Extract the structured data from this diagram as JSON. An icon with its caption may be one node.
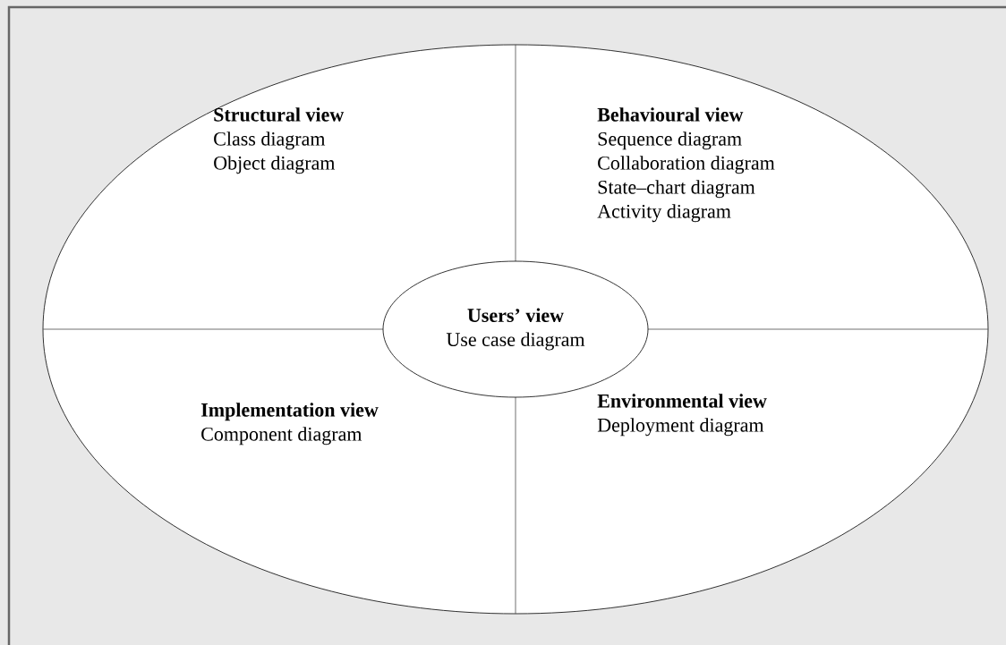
{
  "diagram": {
    "nodes": [
      {
        "text": [],
        "shape": "ellipse"
      },
      {
        "text": [
          "Structural view",
          "Class diagram",
          "Object diagram"
        ],
        "in": 0
      },
      {
        "text": [
          "Behavioural view",
          "Sequence diagram",
          "Collaboration diagram",
          "State–chart diagram",
          "Activity diagram"
        ],
        "in": 0
      },
      {
        "text": [
          "Users’ view",
          "Use case diagram"
        ],
        "in": 0
      },
      {
        "text": [
          "Implementation view",
          "Component diagram"
        ],
        "in": 0
      },
      {
        "text": [
          "Environmental view",
          "Deployment diagram"
        ],
        "in": 0
      }
    ]
  }
}
